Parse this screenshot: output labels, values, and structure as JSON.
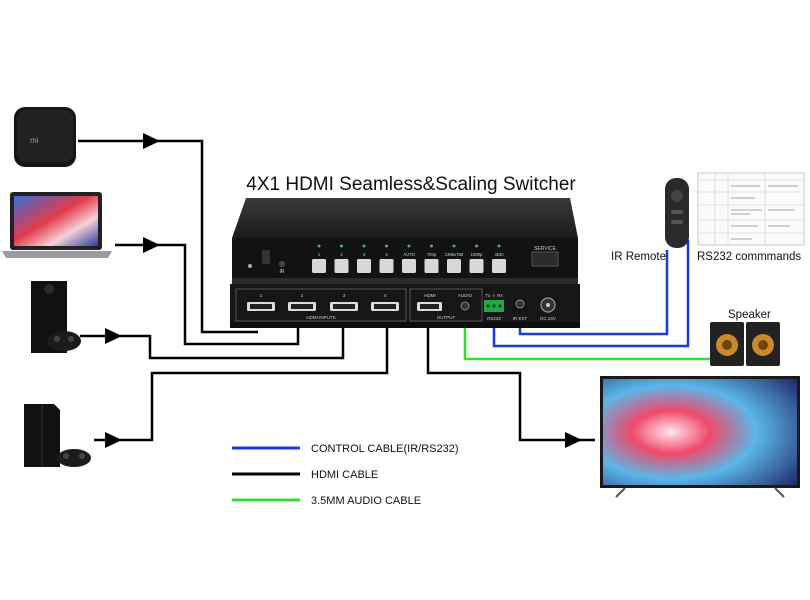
{
  "title": "4X1 HDMI Seamless&Scaling Switcher",
  "labels": {
    "ir_remote": "IR Remote",
    "rs232_commands": "RS232 commmands",
    "speaker": "Speaker"
  },
  "legend": [
    {
      "label": "CONTROL CABLE(IR/RS232)",
      "color": "#1a3bdc"
    },
    {
      "label": "HDMI CABLE",
      "color": "#000000"
    },
    {
      "label": "3.5MM AUDIO CABLE",
      "color": "#33dd33"
    }
  ],
  "switcher": {
    "front_buttons": [
      "1",
      "2",
      "3",
      "4",
      "AUTO",
      "720p",
      "1366x768",
      "1080p",
      "4k30"
    ],
    "service_label": "SERVICE",
    "ir_label": "IR",
    "input_numbers": [
      "1",
      "2",
      "3",
      "4"
    ],
    "inputs_label": "HDMI INPUTS",
    "output_hdmi_label": "HDMI",
    "output_audio_label": "AUDIO",
    "output_label": "OUTPUT",
    "rs232_label": "RS232",
    "rs232_pins": "Tx ⏚ Rx",
    "ir_ext_label": "IR EXT",
    "dc_label": "DC 24V"
  },
  "colors": {
    "hdmi": "#000000",
    "control": "#1a3bdc",
    "audio": "#33dd33"
  }
}
